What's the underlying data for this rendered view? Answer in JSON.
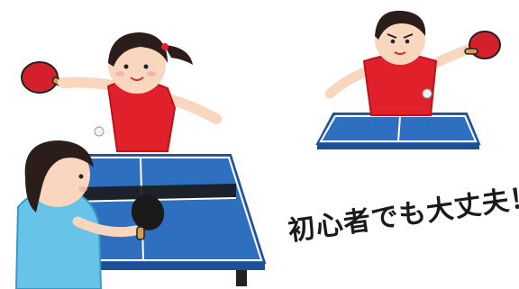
{
  "caption": "初心者でも大丈夫！",
  "colors": {
    "table_blue": "#2f6fc0",
    "table_line": "#ffffff",
    "shirt_red": "#e0202a",
    "shirt_blue": "#68c3e8",
    "paddle_red": "#d3202a",
    "skin": "#f9d7bf",
    "hair": "#2b1d1a"
  },
  "scene": {
    "players": [
      "girl-with-ponytail-red-shirt",
      "boy-red-shirt",
      "girl-blue-shirt-back-view"
    ],
    "objects": [
      "ping-pong-table-left",
      "ping-pong-table-right",
      "ping-pong-ball",
      "ping-pong-paddle"
    ]
  }
}
